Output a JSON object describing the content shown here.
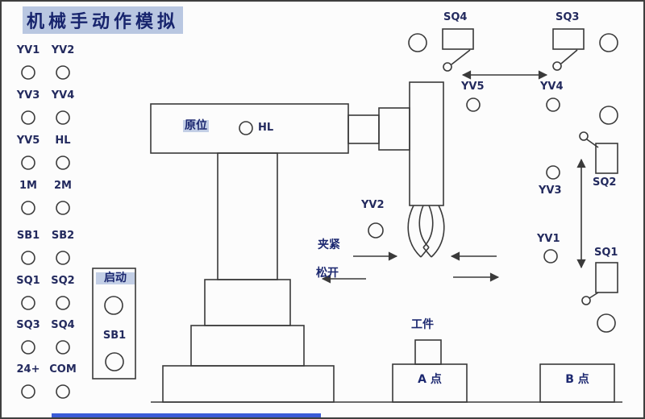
{
  "colors": {
    "line": "#3a3a3a",
    "text": "#232a5e",
    "highlight": "#b9c7e1",
    "accent_bar": "#3b5bd6"
  },
  "title": "机械手动作模拟",
  "left_panel": {
    "rows": [
      {
        "a": "YV1",
        "b": "YV2"
      },
      {
        "a": "YV3",
        "b": "YV4"
      },
      {
        "a": "YV5",
        "b": "HL"
      },
      {
        "a": "1M",
        "b": "2M"
      },
      {
        "a": "SB1",
        "b": "SB2"
      },
      {
        "a": "SQ1",
        "b": "SQ2"
      },
      {
        "a": "SQ3",
        "b": "SQ4"
      },
      {
        "a": "24+",
        "b": "COM"
      }
    ]
  },
  "start_box": {
    "title": "启动",
    "button": "SB1"
  },
  "machine": {
    "home": "原位",
    "lamp": "HL"
  },
  "gripper": {
    "valve": "YV2",
    "clamp": "夹紧",
    "release": "松开"
  },
  "top_switches": {
    "sq4": "SQ4",
    "sq3": "SQ3",
    "yv5": "YV5",
    "yv4": "YV4"
  },
  "right_switches": {
    "sq2": "SQ2",
    "yv3": "YV3",
    "yv1": "YV1",
    "sq1": "SQ1"
  },
  "bottom": {
    "workpiece": "工件",
    "point_a": "A 点",
    "point_b": "B 点"
  }
}
